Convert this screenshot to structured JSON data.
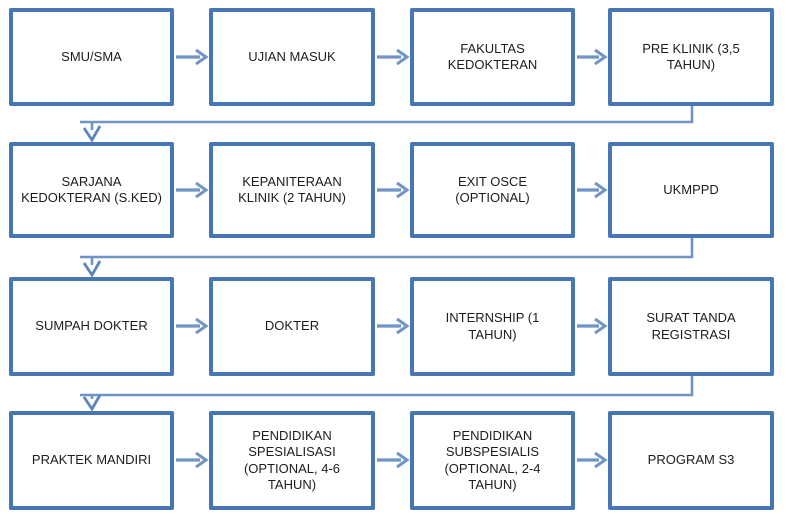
{
  "diagram": {
    "type": "flowchart",
    "colors": {
      "box_border": "#4677B4",
      "connector": "#7094C6",
      "arrowhead": "#5C85BE",
      "text": "#1d1d1d",
      "background": "#FFFFFF"
    },
    "rows": [
      {
        "boxes": [
          {
            "label": "SMU/SMA"
          },
          {
            "label": "UJIAN MASUK"
          },
          {
            "label": "FAKULTAS\nKEDOKTERAN"
          },
          {
            "label": "PRE KLINIK (3,5\nTAHUN)"
          }
        ]
      },
      {
        "boxes": [
          {
            "label": "SARJANA\nKEDOKTERAN (S.KED)"
          },
          {
            "label": "KEPANITERAAN\nKLINIK (2 TAHUN)"
          },
          {
            "label": "EXIT OSCE\n(OPTIONAL)"
          },
          {
            "label": "UKMPPD"
          }
        ]
      },
      {
        "boxes": [
          {
            "label": "SUMPAH DOKTER"
          },
          {
            "label": "DOKTER"
          },
          {
            "label": "INTERNSHIP (1\nTAHUN)"
          },
          {
            "label": "SURAT TANDA\nREGISTRASI"
          }
        ]
      },
      {
        "boxes": [
          {
            "label": "PRAKTEK MANDIRI"
          },
          {
            "label": "PENDIDIKAN\nSPESIALISASI\n(OPTIONAL, 4-6\nTAHUN)"
          },
          {
            "label": "PENDIDIKAN\nSUBSPESIALIS\n(OPTIONAL, 2-4\nTAHUN)"
          },
          {
            "label": "PROGRAM S3"
          }
        ]
      }
    ]
  }
}
